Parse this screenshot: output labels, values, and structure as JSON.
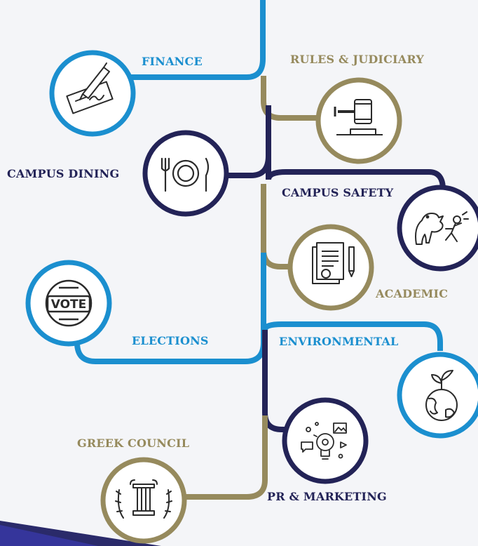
{
  "colors": {
    "blue": "#1b8fcf",
    "navy": "#232357",
    "gold": "#968a5d",
    "icon": "#2a2a2a",
    "background": "#f4f5f8"
  },
  "committees": [
    {
      "key": "finance",
      "label": "FINANCE",
      "color": "blue",
      "icon": "pen-signing-check-icon"
    },
    {
      "key": "rules",
      "label": "RULES & JUDICIARY",
      "color": "gold",
      "icon": "gavel-icon"
    },
    {
      "key": "dining",
      "label": "CAMPUS DINING",
      "color": "navy",
      "icon": "plate-fork-knife-icon"
    },
    {
      "key": "safety",
      "label": "CAMPUS SAFETY",
      "color": "navy",
      "icon": "bear-attack-icon"
    },
    {
      "key": "academic",
      "label": "ACADEMIC",
      "color": "gold",
      "icon": "graded-paper-pencil-icon"
    },
    {
      "key": "elections",
      "label": "ELECTIONS",
      "color": "blue",
      "icon": "vote-badge-icon"
    },
    {
      "key": "environmental",
      "label": "ENVIRONMENTAL",
      "color": "blue",
      "icon": "globe-sprout-icon"
    },
    {
      "key": "greek",
      "label": "GREEK COUNCIL",
      "color": "gold",
      "icon": "column-laurel-icon"
    },
    {
      "key": "pr",
      "label": "PR & MARKETING",
      "color": "navy",
      "icon": "lightbulb-ideas-icon"
    }
  ]
}
